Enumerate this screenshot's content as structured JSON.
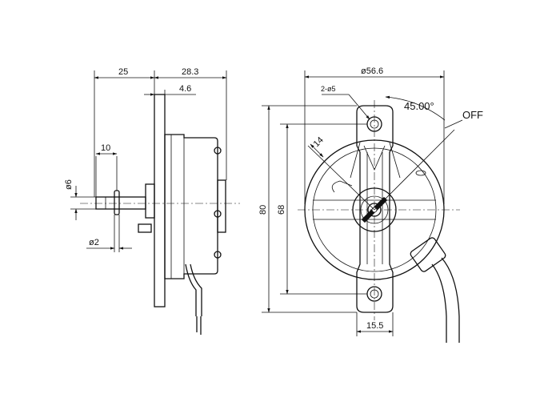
{
  "dimensions": {
    "side_width_25": "25",
    "side_width_28_3": "28.3",
    "side_width_4_6": "4.6",
    "shaft_length_10": "10",
    "shaft_dia_6": "ø6",
    "pin_dia_2": "ø2",
    "front_dia_56_6": "ø56.6",
    "holes_2_dia_5": "2-ø5",
    "angle_45": "45.00°",
    "switch_off": "OFF",
    "radius_14": "14",
    "height_80": "80",
    "hole_spacing_68": "68",
    "foot_width_15_5": "15.5"
  },
  "colors": {
    "line": "#111111",
    "background": "#ffffff"
  }
}
